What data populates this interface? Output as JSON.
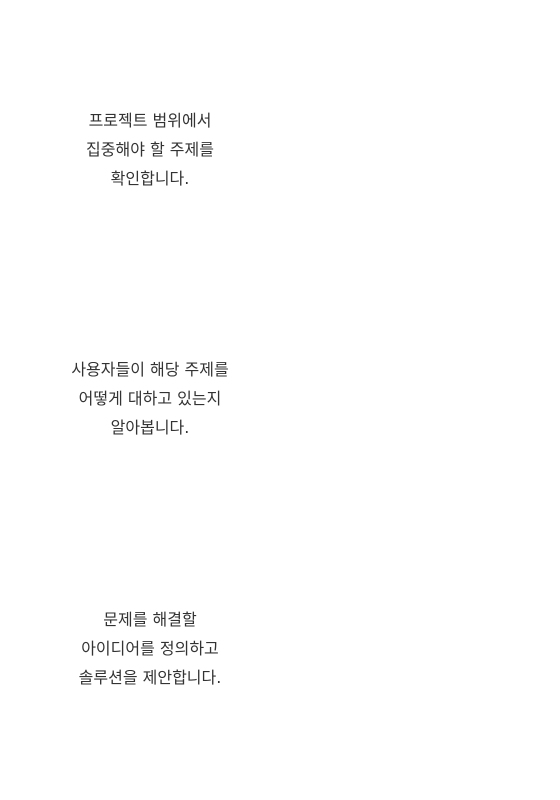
{
  "steps": [
    {
      "lines": [
        "프로젝트 범위에서",
        "집중해야 할 주제를",
        "확인합니다."
      ]
    },
    {
      "lines": [
        "사용자들이 해당 주제를",
        "어떻게 대하고 있는지",
        "알아봅니다."
      ]
    },
    {
      "lines": [
        "문제를 해결할",
        "아이디어를 정의하고",
        "솔루션을 제안합니다."
      ]
    }
  ]
}
